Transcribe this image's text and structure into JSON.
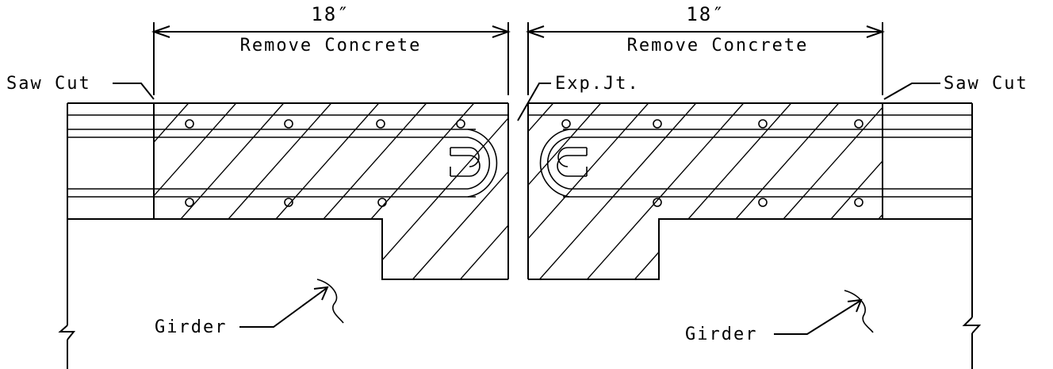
{
  "dimensions": [
    {
      "value": "18″",
      "label": "Remove Concrete"
    },
    {
      "value": "18″",
      "label": "Remove Concrete"
    }
  ],
  "labels": {
    "saw_cut_left": "Saw Cut",
    "saw_cut_right": "Saw Cut",
    "expansion_joint": "Exp.Jt.",
    "girder_left": "Girder",
    "girder_right": "Girder"
  }
}
